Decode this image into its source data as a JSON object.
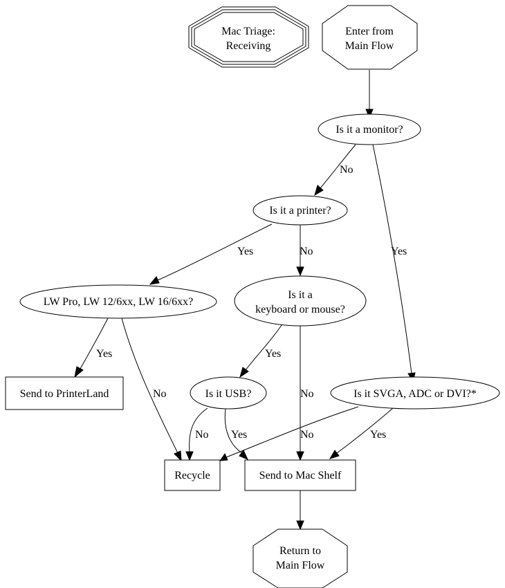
{
  "title": "Mac Triage: Receiving",
  "nodes": {
    "title_node": {
      "lines": [
        "Mac Triage:",
        "Receiving"
      ],
      "shape": "tripleoctagon"
    },
    "enter": {
      "lines": [
        "Enter from",
        "Main Flow"
      ],
      "shape": "octagon"
    },
    "monitor": {
      "lines": [
        "Is it a monitor?"
      ],
      "shape": "ellipse"
    },
    "printer": {
      "lines": [
        "Is it a printer?"
      ],
      "shape": "ellipse"
    },
    "lw": {
      "lines": [
        "LW Pro, LW 12/6xx, LW 16/6xx?"
      ],
      "shape": "ellipse"
    },
    "kbd": {
      "lines": [
        "Is it a",
        "keyboard or mouse?"
      ],
      "shape": "ellipse"
    },
    "printerland": {
      "lines": [
        "Send to PrinterLand"
      ],
      "shape": "box"
    },
    "usb": {
      "lines": [
        "Is it USB?"
      ],
      "shape": "ellipse"
    },
    "svga": {
      "lines": [
        "Is it SVGA, ADC or DVI?*"
      ],
      "shape": "ellipse"
    },
    "recycle": {
      "lines": [
        "Recycle"
      ],
      "shape": "box"
    },
    "shelf": {
      "lines": [
        "Send to Mac Shelf"
      ],
      "shape": "box"
    },
    "return": {
      "lines": [
        "Return to",
        "Main Flow"
      ],
      "shape": "octagon"
    }
  },
  "edges": [
    {
      "from": "enter",
      "to": "monitor",
      "label": ""
    },
    {
      "from": "monitor",
      "to": "printer",
      "label": "No"
    },
    {
      "from": "monitor",
      "to": "svga",
      "label": "Yes"
    },
    {
      "from": "printer",
      "to": "lw",
      "label": "Yes"
    },
    {
      "from": "printer",
      "to": "kbd",
      "label": "No"
    },
    {
      "from": "lw",
      "to": "printerland",
      "label": "Yes"
    },
    {
      "from": "lw",
      "to": "recycle",
      "label": "No"
    },
    {
      "from": "kbd",
      "to": "usb",
      "label": "Yes"
    },
    {
      "from": "kbd",
      "to": "shelf",
      "label": "No"
    },
    {
      "from": "usb",
      "to": "recycle",
      "label": "No"
    },
    {
      "from": "usb",
      "to": "shelf",
      "label": "Yes"
    },
    {
      "from": "svga",
      "to": "recycle",
      "label": "No"
    },
    {
      "from": "svga",
      "to": "shelf",
      "label": "Yes"
    },
    {
      "from": "shelf",
      "to": "return",
      "label": ""
    }
  ]
}
